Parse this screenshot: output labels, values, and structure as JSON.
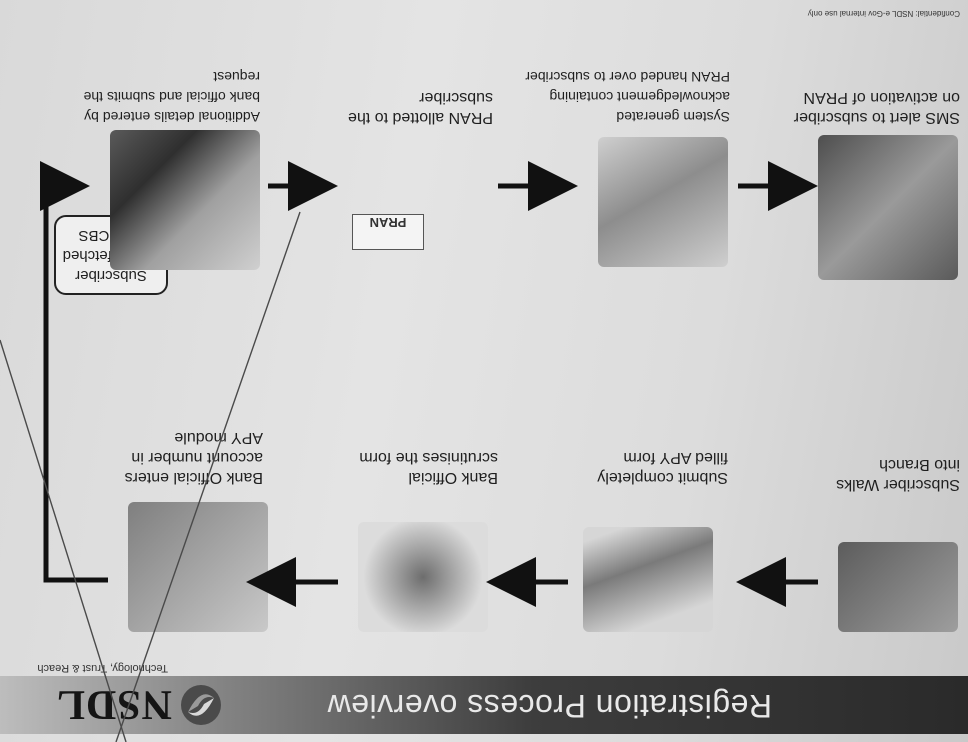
{
  "header": {
    "title": "Registration Process overview",
    "logo_text": "NSDL",
    "tagline": "Technology, Trust & Reach"
  },
  "steps_top": [
    {
      "label": "Subscriber Walks into Branch",
      "icon": "subscriber-walking-image"
    },
    {
      "label": "Submit completely filled APY form",
      "icon": "form-submission-image"
    },
    {
      "label": "Bank Official scrutinises the form",
      "icon": "scrutiny-image"
    },
    {
      "label": "Bank Official enters account number in APY module",
      "icon": "data-entry-image"
    }
  ],
  "fetch_bubble": "Subscriber details fetched from CBS",
  "steps_bottom": [
    {
      "label": "Additional details entered by bank official and submits the request",
      "icon": "bank-official-image"
    },
    {
      "label": "PRAN allotted to the subscriber",
      "icon": "pran-card-image",
      "card_text": "PRAN"
    },
    {
      "label": "System generated acknowledgement containing PRAN handed over to subscriber",
      "icon": "acknowledgement-image"
    },
    {
      "label": "SMS alert to subscriber on activation of PRAN",
      "icon": "mobile-phone-image"
    }
  ],
  "footer": {
    "confidential": "Confidential: NSDL e-Gov internal use only"
  }
}
